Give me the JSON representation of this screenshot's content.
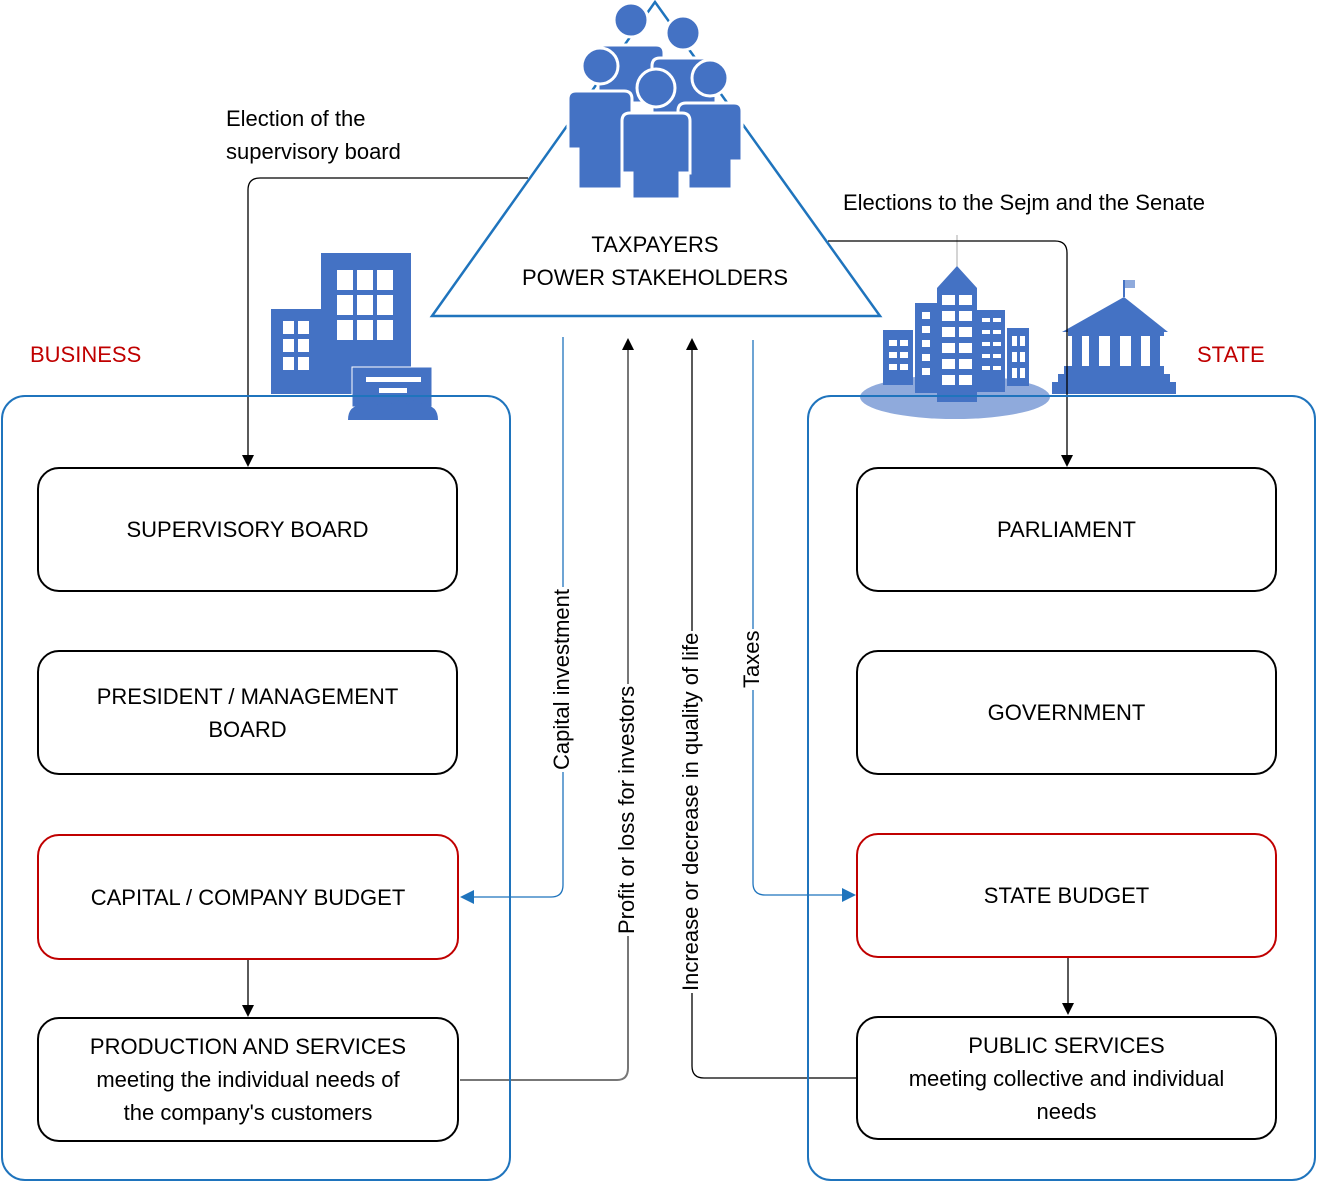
{
  "top": {
    "title_line1": "TAXPAYERS",
    "title_line2": "POWER STAKEHOLDERS",
    "icon": "people-group-icon"
  },
  "labels": {
    "election_supervisory_line1": "Election of the",
    "election_supervisory_line2": "supervisory board",
    "elections_sejm_senate": "Elections to the Sejm and the Senate",
    "capital_investment": "Capital investment",
    "profit_or_loss": "Profit or loss for investors",
    "quality_of_life": "Increase or decrease in quality of life",
    "taxes": "Taxes"
  },
  "business": {
    "title": "BUSINESS",
    "icon": "office-buildings-icon",
    "boxes": [
      {
        "lines": [
          "SUPERVISORY BOARD"
        ]
      },
      {
        "lines": [
          "PRESIDENT / MANAGEMENT",
          "BOARD"
        ]
      },
      {
        "lines": [
          "CAPITAL / COMPANY BUDGET"
        ]
      },
      {
        "lines": [
          "PRODUCTION AND SERVICES",
          "meeting the individual needs of",
          "the company's customers"
        ]
      }
    ]
  },
  "state": {
    "title": "STATE",
    "icon": "city-and-government-building-icon",
    "boxes": [
      {
        "lines": [
          "PARLIAMENT"
        ]
      },
      {
        "lines": [
          "GOVERNMENT"
        ]
      },
      {
        "lines": [
          "STATE BUDGET"
        ]
      },
      {
        "lines": [
          "PUBLIC SERVICES",
          "meeting collective and individual",
          "needs"
        ]
      }
    ]
  },
  "colors": {
    "accent_blue": "#1f74bd",
    "icon_blue": "#4472c4",
    "icon_light_blue": "#8faadc",
    "budget_red": "#c00000",
    "section_red": "#c00000"
  }
}
